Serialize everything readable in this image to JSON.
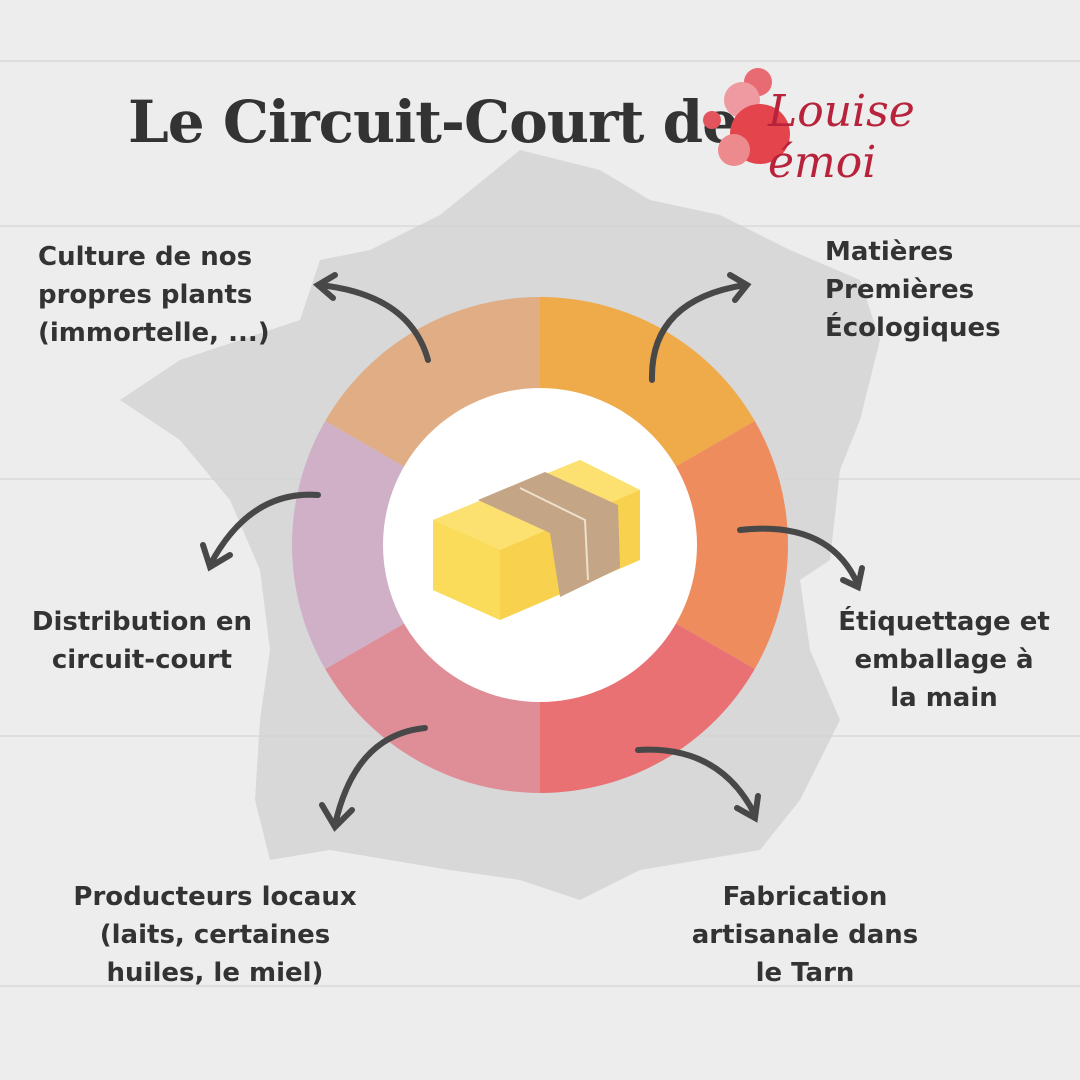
{
  "title": "Le Circuit-Court de",
  "logo": {
    "text": "Louise émoi"
  },
  "center_icon": "soap-bar-icon",
  "colors": {
    "segment_materials": "#efaa4a",
    "segment_labelling": "#ee8c5e",
    "segment_manufacturing": "#e97073",
    "segment_producers": "#df8e98",
    "segment_distribution": "#cfb0c6",
    "segment_culture": "#e0ad85",
    "text": "#333333",
    "logo": "#b8233b"
  },
  "steps": {
    "culture": [
      "Culture de nos",
      "propres plants",
      "(immortelle, ...)"
    ],
    "materials": [
      "Matières",
      "Premières",
      "Écologiques"
    ],
    "distribution": [
      "Distribution en",
      "circuit-court"
    ],
    "labelling": [
      "Étiquettage et",
      "emballage à",
      "la main"
    ],
    "producers": [
      "Producteurs locaux",
      "(laits, certaines",
      "huiles, le miel)"
    ],
    "manufacturing": [
      "Fabrication",
      "artisanale dans",
      "le Tarn"
    ]
  }
}
